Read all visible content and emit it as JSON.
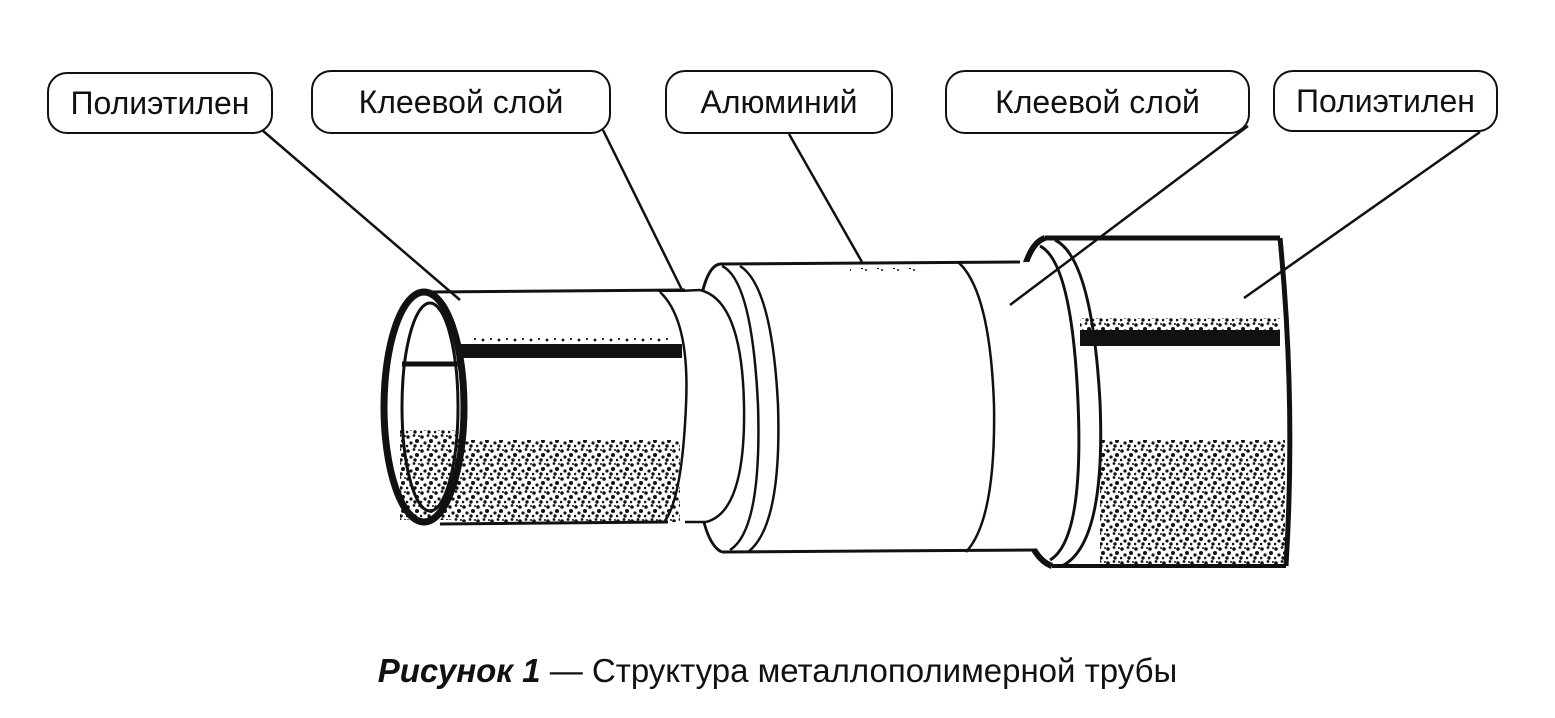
{
  "labels": {
    "polyethylene_outer_left": "Полиэтилен",
    "adhesive_left": "Клеевой слой",
    "aluminium": "Алюминий",
    "adhesive_right": "Клеевой слой",
    "polyethylene_right": "Полиэтилен"
  },
  "caption": {
    "figure": "Рисунок 1",
    "dash": " — ",
    "text": "Структура металлополимерной трубы"
  },
  "colors": {
    "ink": "#111111",
    "paper": "#ffffff"
  }
}
